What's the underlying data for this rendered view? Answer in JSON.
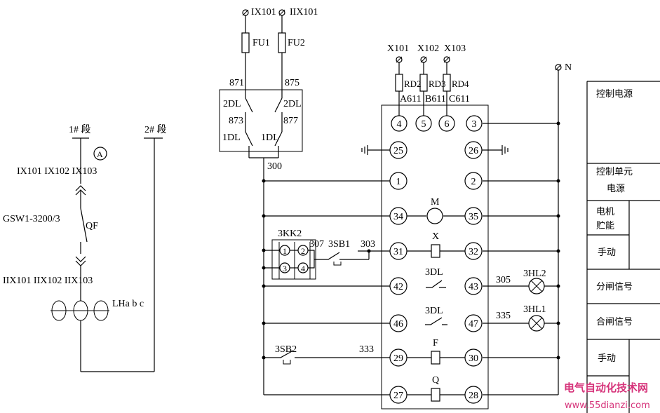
{
  "left": {
    "seg1": "1# 段",
    "seg2": "2# 段",
    "ammeter": "A",
    "bus_top_labels": "IX101  IX102 IX103",
    "breaker_model": "GSW1-3200/3",
    "breaker_tag": "QF",
    "bus_bottom_labels": "IIX101  IIX102  IIX103",
    "ct_label": "LHa b c"
  },
  "top": {
    "ix101": "IX101",
    "iix101": "IIX101",
    "fu1": "FU1",
    "fu2": "FU2",
    "n871": "871",
    "n875": "875",
    "dl2_left": "2DL",
    "dl2_right": "2DL",
    "n873": "873",
    "n877": "877",
    "dl1_left": "1DL",
    "dl1_right": "1DL",
    "n300": "300"
  },
  "phases": {
    "x101": "X101",
    "x102": "X102",
    "x103": "X103",
    "rd2": "RD2",
    "rd3": "RD3",
    "rd4": "RD4",
    "a611": "A611",
    "b611": "B611",
    "c611": "C611",
    "n": "N"
  },
  "terminals": {
    "t4": "4",
    "t5": "5",
    "t6": "6",
    "t3": "3",
    "t25": "25",
    "t26": "26",
    "t1": "1",
    "t2": "2",
    "t34": "34",
    "t35": "35",
    "t31": "31",
    "t32": "32",
    "t42": "42",
    "t43": "43",
    "t46": "46",
    "t47": "47",
    "t29": "29",
    "t30": "30",
    "t27": "27",
    "t28": "28"
  },
  "inner": {
    "motor": "M",
    "x": "X",
    "dl3a": "3DL",
    "dl3b": "3DL",
    "f": "F",
    "q": "Q"
  },
  "controls": {
    "kk": "3KK2",
    "k1": "1",
    "k2": "2",
    "k3": "3",
    "k4": "4",
    "n307": "307",
    "sb1": "3SB1",
    "n303": "303",
    "n305": "305",
    "hl2": "3HL2",
    "n335": "335",
    "hl1": "3HL1",
    "sb2": "3SB2",
    "n333": "333"
  },
  "side_table": {
    "control_power": "控制电源",
    "control_unit": "控制单元",
    "power": "电源",
    "motor_1": "电机",
    "motor_2": "贮能",
    "manual_1": "手动",
    "open_signal": "分闸信号",
    "close_signal": "合闸信号",
    "manual_2": "手动"
  },
  "watermark": {
    "line1": "电气自动化技术网",
    "line2": "www.55dianzi.com"
  }
}
